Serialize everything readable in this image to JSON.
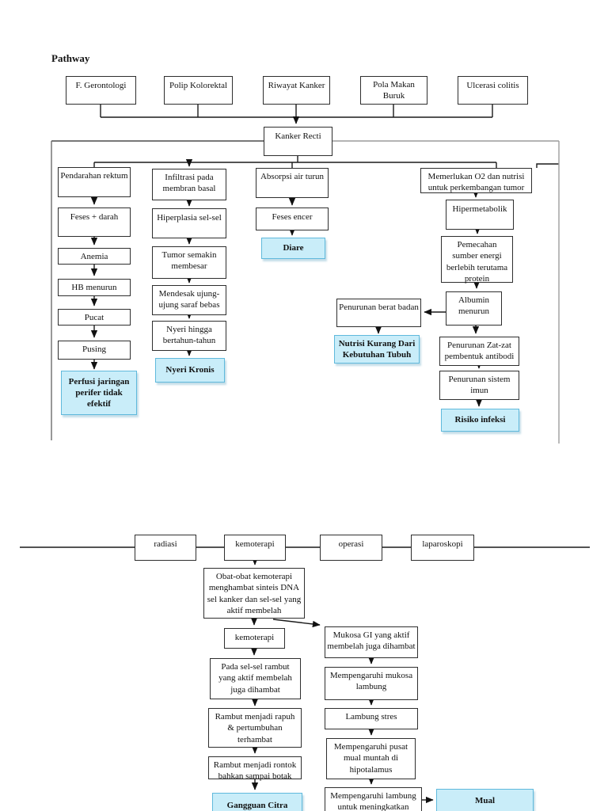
{
  "title": "Pathway",
  "colors": {
    "diagnosis_fill": "#c9edf9",
    "diagnosis_border": "#5fb9dc",
    "line": "#1a1a1a"
  },
  "s1": {
    "causes": [
      "F. Gerontologi",
      "Polip Kolorektal",
      "Riwayat Kanker",
      "Pola Makan Buruk",
      "Ulcerasi colitis"
    ],
    "root": "Kanker Recti",
    "bleeding": [
      "Pendarahan rektum",
      "Feses + darah",
      "Anemia",
      "HB menurun",
      "Pucat",
      "Pusing"
    ],
    "bleeding_dx": "Perfusi jaringan perifer tidak efektif",
    "tumor": [
      "Infiltrasi pada membran basal",
      "Hiperplasia sel-sel",
      "Tumor semakin membesar",
      "Mendesak ujung-ujung saraf bebas",
      "Nyeri hingga bertahun-tahun"
    ],
    "tumor_dx": "Nyeri Kronis",
    "absorption": [
      "Absorpsi air turun",
      "Feses encer"
    ],
    "absorption_dx": "Diare",
    "metabolic": [
      "Memerlukan O2 dan nutrisi untuk perkembangan tumor",
      "Hipermetabolik",
      "Pemecahan sumber energi berlebih terutama protein",
      "Albumin menurun"
    ],
    "weight": "Penurunan berat badan",
    "weight_dx": "Nutrisi Kurang Dari Kebutuhan Tubuh",
    "immune": [
      "Penurunan Zat-zat pembentuk antibodi",
      "Penurunan sistem imun"
    ],
    "immune_dx": "Risiko infeksi"
  },
  "s2": {
    "treatments": [
      "radiasi",
      "kemoterapi",
      "operasi",
      "laparoskopi"
    ],
    "chemo_mechanism": "Obat-obat kemoterapi menghambat sinteis DNA sel kanker dan sel-sel yang aktif membelah",
    "chemo_label": "kemoterapi",
    "hair": [
      "Pada sel-sel rambut yang aktif membelah juga dihambat",
      "Rambut menjadi rapuh & pertumbuhan terhambat",
      "Rambut menjadi rontok bahkan sampai botak"
    ],
    "hair_dx": "Gangguan Citra",
    "gi": [
      "Mukosa GI yang aktif membelah juga dihambat",
      "Mempengaruhi mukosa lambung",
      "Lambung stres",
      "Mempengaruhi pusat mual muntah di hipotalamus",
      "Mempengaruhi lambung untuk meningkatkan"
    ],
    "gi_dx": "Mual"
  }
}
